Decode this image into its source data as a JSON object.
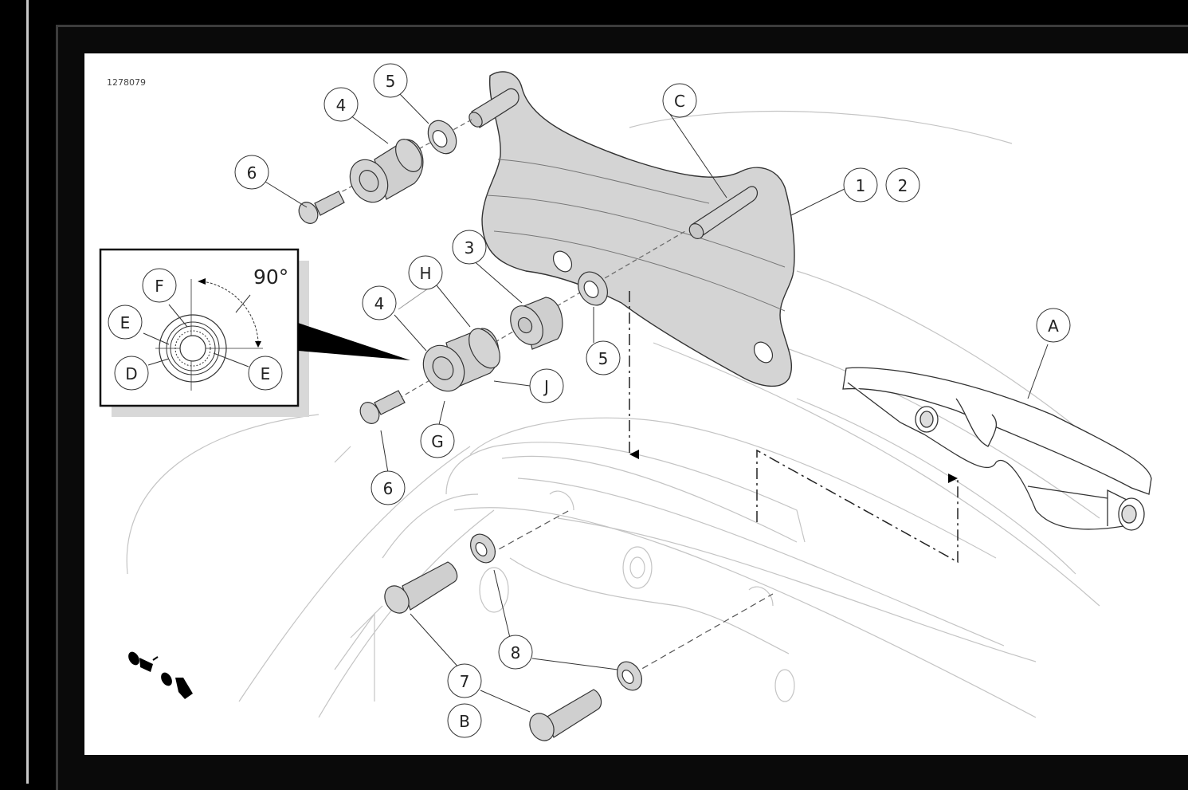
{
  "viewer": {
    "image_id_label": "1278079"
  },
  "diagram": {
    "title": "Exploded parts diagram: cam chain tensioner blade bracket assembly",
    "callouts": {
      "c1": "1",
      "c2": "2",
      "c3": "3",
      "c4a": "4",
      "c4b": "4",
      "c5a": "5",
      "c5b": "5",
      "c6a": "6",
      "c6b": "6",
      "c7": "7",
      "c8": "8",
      "cA": "A",
      "cB": "B",
      "cC": "C",
      "cD": "D",
      "cE1": "E",
      "cE2": "E",
      "cF": "F",
      "cG": "G",
      "cH": "H",
      "cJ": "J"
    },
    "inset": {
      "angle_label": "90°"
    },
    "colors": {
      "part_fill": "#d4d4d4",
      "line": "#333333",
      "ghost_line": "#bdbdbd"
    }
  }
}
